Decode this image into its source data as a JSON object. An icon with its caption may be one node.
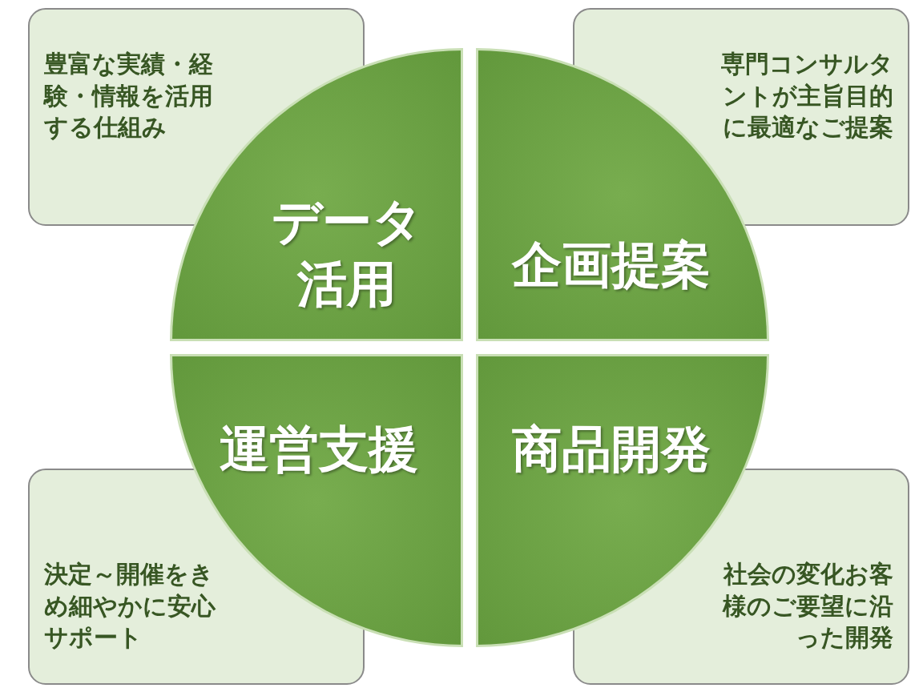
{
  "diagram": {
    "nodes": [
      {
        "text": [
          "豊富な実績・経験・情報を活用する仕組み"
        ]
      },
      {
        "text": [
          "専門コンサルタントが主旨目的に最適なご提案"
        ]
      },
      {
        "text": [
          "データ活用"
        ]
      },
      {
        "text": [
          "企画提案"
        ]
      },
      {
        "text": [
          "運営支援"
        ]
      },
      {
        "text": [
          "商品開発"
        ]
      },
      {
        "text": [
          "決定～開催をきめ細やかに安心サポート"
        ]
      },
      {
        "text": [
          "社会の変化お客様のご要望に沿った開発"
        ]
      }
    ]
  }
}
